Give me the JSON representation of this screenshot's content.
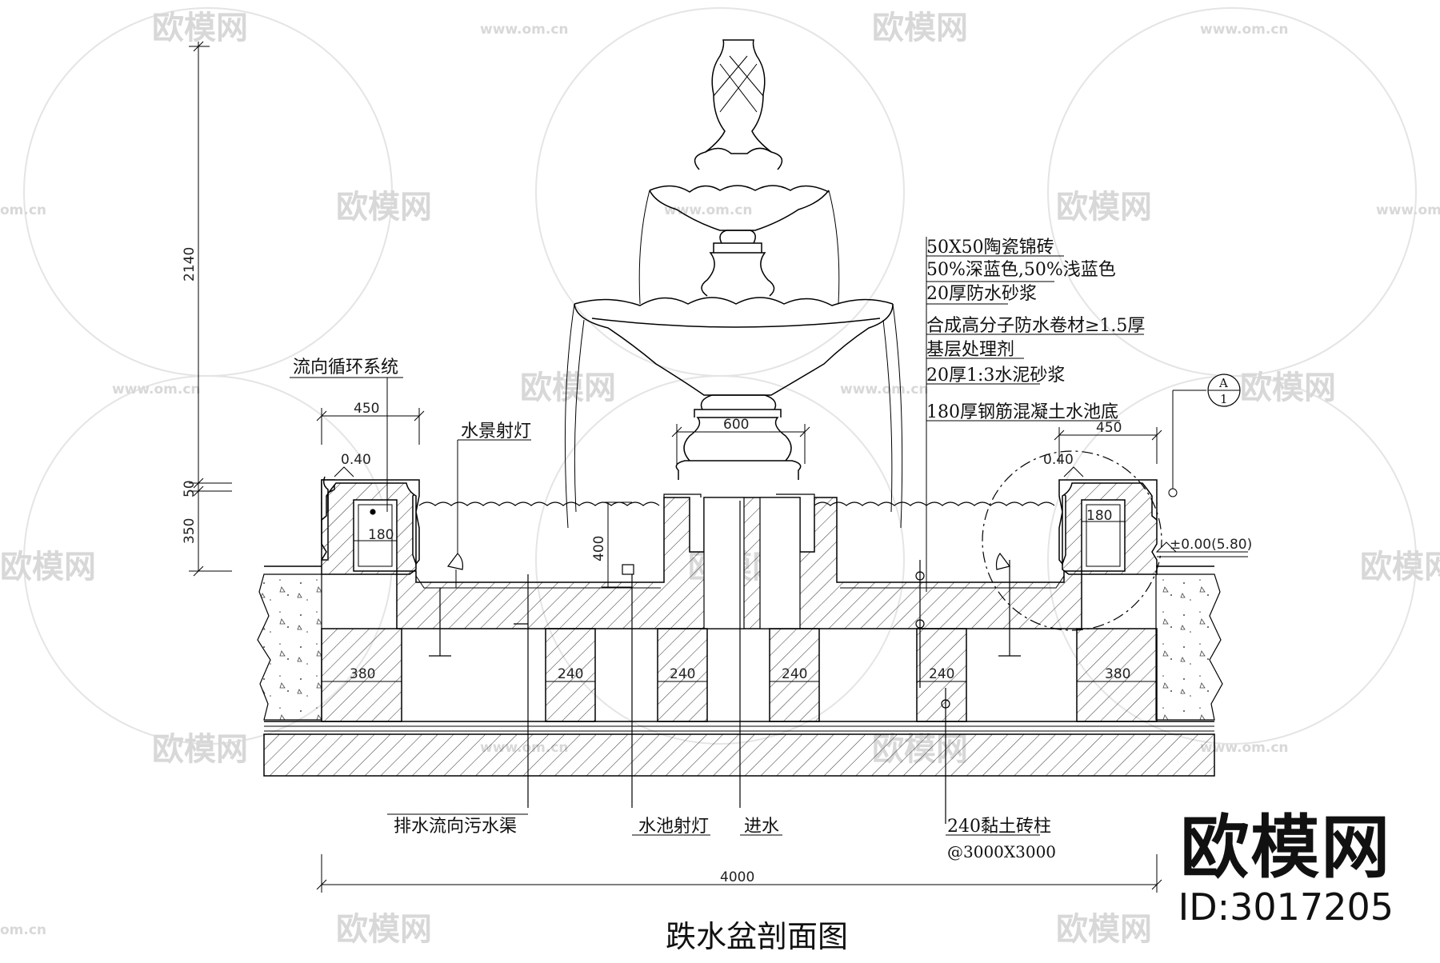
{
  "title": "跌水盆剖面图",
  "left_labels": {
    "circulation": "流向循环系统",
    "spotlight": "水景射灯"
  },
  "material_layers": [
    "50X50陶瓷锦砖",
    "50%深蓝色,50%浅蓝色",
    "20厚防水砂浆",
    "合成高分子防水卷材≥1.5厚",
    "基层处理剂",
    "20厚1:3水泥砂浆",
    "180厚钢筋混凝土水池底"
  ],
  "bottom_labels": {
    "drain": "排水流向污水渠",
    "pool_light": "水池射灯",
    "inlet": "进水",
    "pillar": "240黏土砖柱",
    "pillar_spacing": "@3000X3000"
  },
  "dimensions": {
    "total_height": "2140",
    "rim_50": "50",
    "pool_depth_350": "350",
    "left_width_450": "450",
    "right_width_450": "450",
    "left_slope": "0.40",
    "right_slope": "0.40",
    "left_wall_180": "180",
    "right_wall_180": "180",
    "base_width_600": "600",
    "water_depth_400": "400",
    "left_pier_380": "380",
    "pier_240_1": "240",
    "pier_240_2": "240",
    "pier_240_3": "240",
    "pier_240_4": "240",
    "right_pier_380": "380",
    "overall_width": "4000",
    "elevation": "±0.00(5.80)"
  },
  "section_marker": {
    "top": "A",
    "bottom": "1"
  },
  "watermark": {
    "brand": "欧模网",
    "url": "www.om.cn",
    "short": "om.cn",
    "id": "ID:3017205"
  }
}
